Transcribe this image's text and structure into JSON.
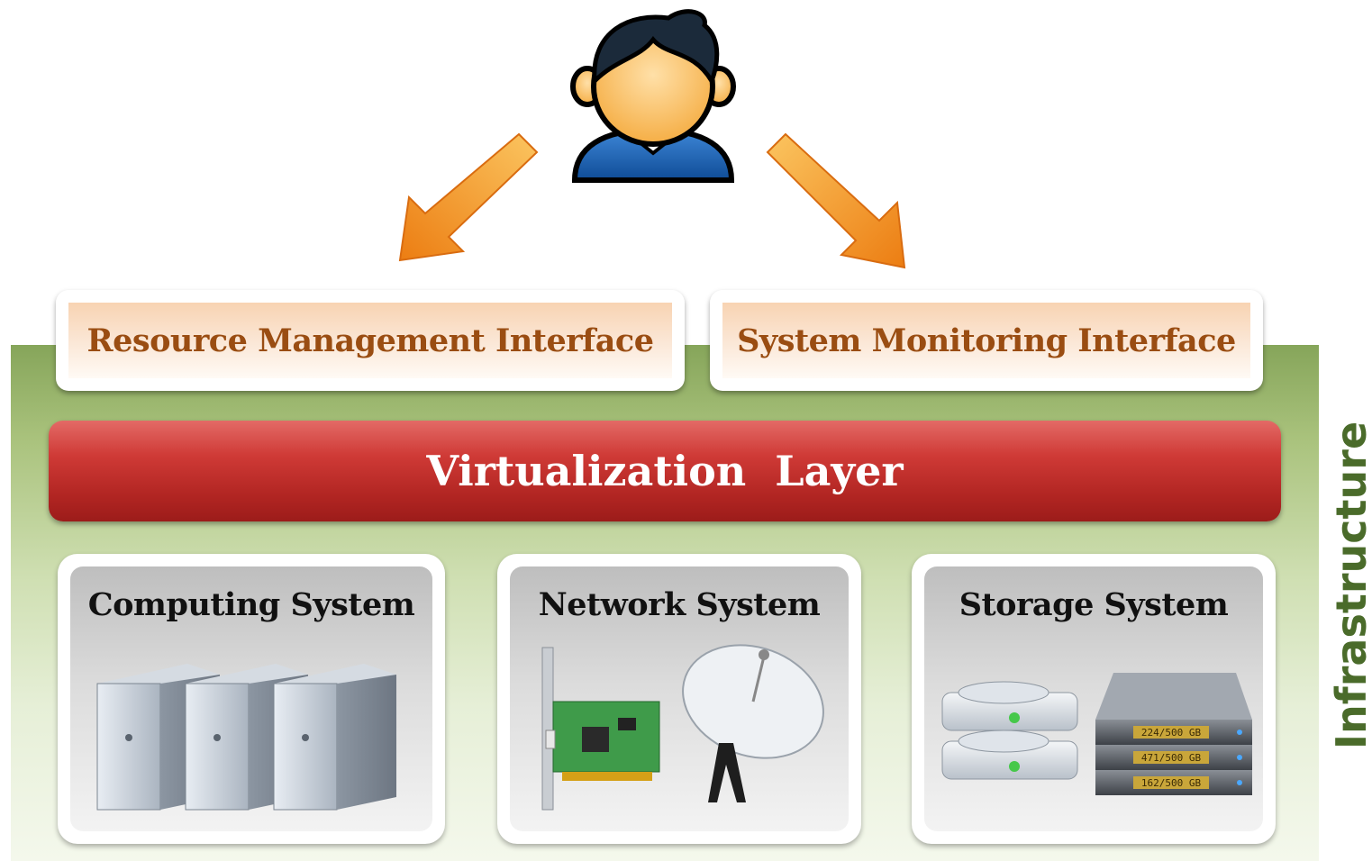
{
  "interfaces": {
    "resource_management": "Resource Management Interface",
    "system_monitoring": "System Monitoring Interface"
  },
  "virtualization_layer": "Virtualization  Layer",
  "systems": {
    "computing": "Computing System",
    "network": "Network System",
    "storage": "Storage System"
  },
  "infrastructure_label": "Infrastructure",
  "storage_readouts": [
    "224/500 GB",
    "471/500 GB",
    "162/500 GB"
  ],
  "colors": {
    "interface_text": "#9a4d12",
    "virtualization_red": "#c4302c",
    "infrastructure_green": "#4a6b2a",
    "arrow_orange": "#f5a020"
  },
  "icons": [
    "user-icon",
    "arrow-down-left-icon",
    "arrow-down-right-icon",
    "server-tower-icon",
    "network-card-icon",
    "satellite-dish-icon",
    "hard-drive-icon",
    "disk-array-icon"
  ]
}
